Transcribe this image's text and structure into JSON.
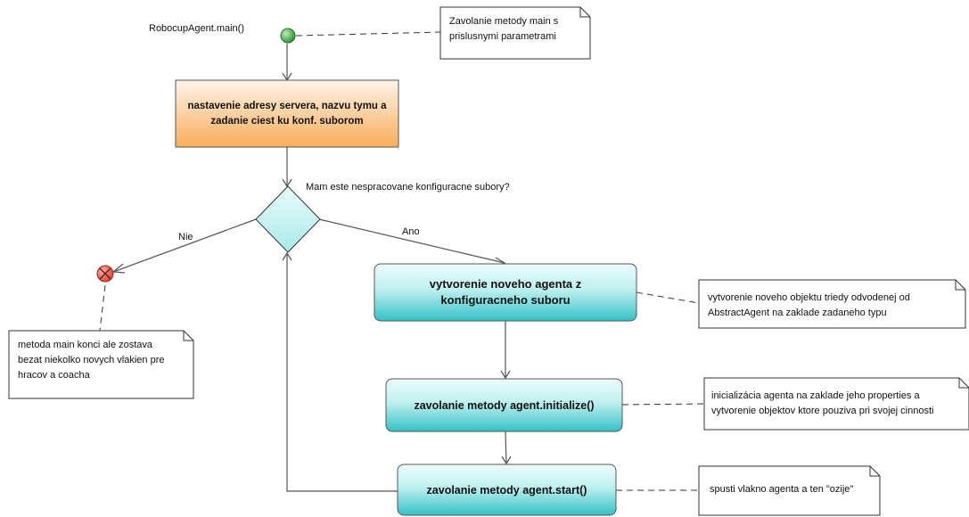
{
  "start_label": "RobocupAgent.main()",
  "nodes": {
    "setup": [
      "nastavenie adresy servera, nazvu tymu a",
      "zadanie ciest ku konf. suborom"
    ],
    "create_agent": [
      "vytvorenie noveho agenta z",
      "konfiguracneho suboru"
    ],
    "initialize": "zavolanie metody agent.initialize()",
    "start": "zavolanie metody agent.start()"
  },
  "decision": {
    "question": "Mam este nespracovane konfiguracne subory?",
    "no_label": "Nie",
    "yes_label": "Ano"
  },
  "notes": {
    "main_call": [
      "Zavolanie metody main s",
      "prislusnymi parametrami"
    ],
    "end": [
      "metoda main konci ale zostava",
      "bezat niekolko novych vlakien pre",
      "hracov a coacha"
    ],
    "create_agent": [
      "vytvorenie noveho objektu triedy odvodenej od",
      "AbstractAgent na zaklade zadaneho typu"
    ],
    "initialize": [
      "inicializácia agenta na zaklade jeho properties a",
      "vytvorenie objektov ktore pouziva pri svojej cinnosti"
    ],
    "start": "spusti vlakno agenta a ten \"ozije\""
  },
  "colors": {
    "orange_top": "#fff3e6",
    "orange_bottom": "#f9b061",
    "teal_top": "#e8fbfb",
    "teal_bottom": "#36c3c7",
    "diamond": "#c6f1f1",
    "start_node": "#3c9a3c",
    "end_node": "#e2574c"
  }
}
